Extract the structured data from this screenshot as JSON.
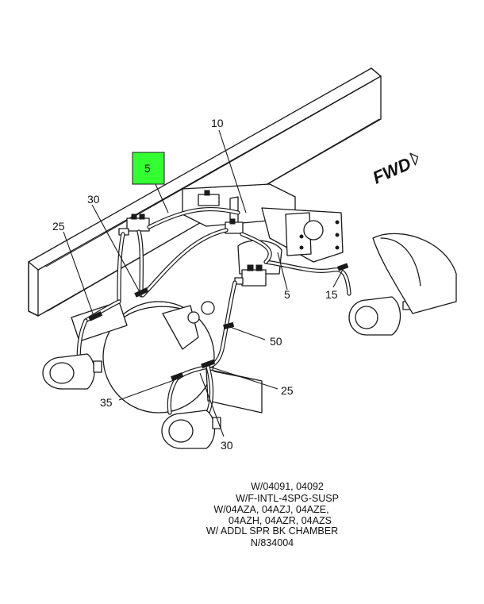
{
  "callouts": {
    "c5_highlight": "5",
    "c10": "10",
    "c30_top": "30",
    "c25_left": "25",
    "c5_mid": "5",
    "c15": "15",
    "c50": "50",
    "c25_bottom": "25",
    "c35": "35",
    "c30_bottom": "30"
  },
  "direction_label": "FWD",
  "note_lines": [
    "W/04091, 04092",
    "W/F-INTL-4SPG-SUSP",
    "W/04AZA, 04AZJ, 04AZE,",
    "04AZH, 04AZR, 04AZS",
    "W/ ADDL SPR BK CHAMBER",
    "N/834004"
  ],
  "colors": {
    "highlight_fill": "#33ff33",
    "highlight_border": "#1a1a1a",
    "line": "#1a1a1a",
    "background": "#ffffff"
  }
}
